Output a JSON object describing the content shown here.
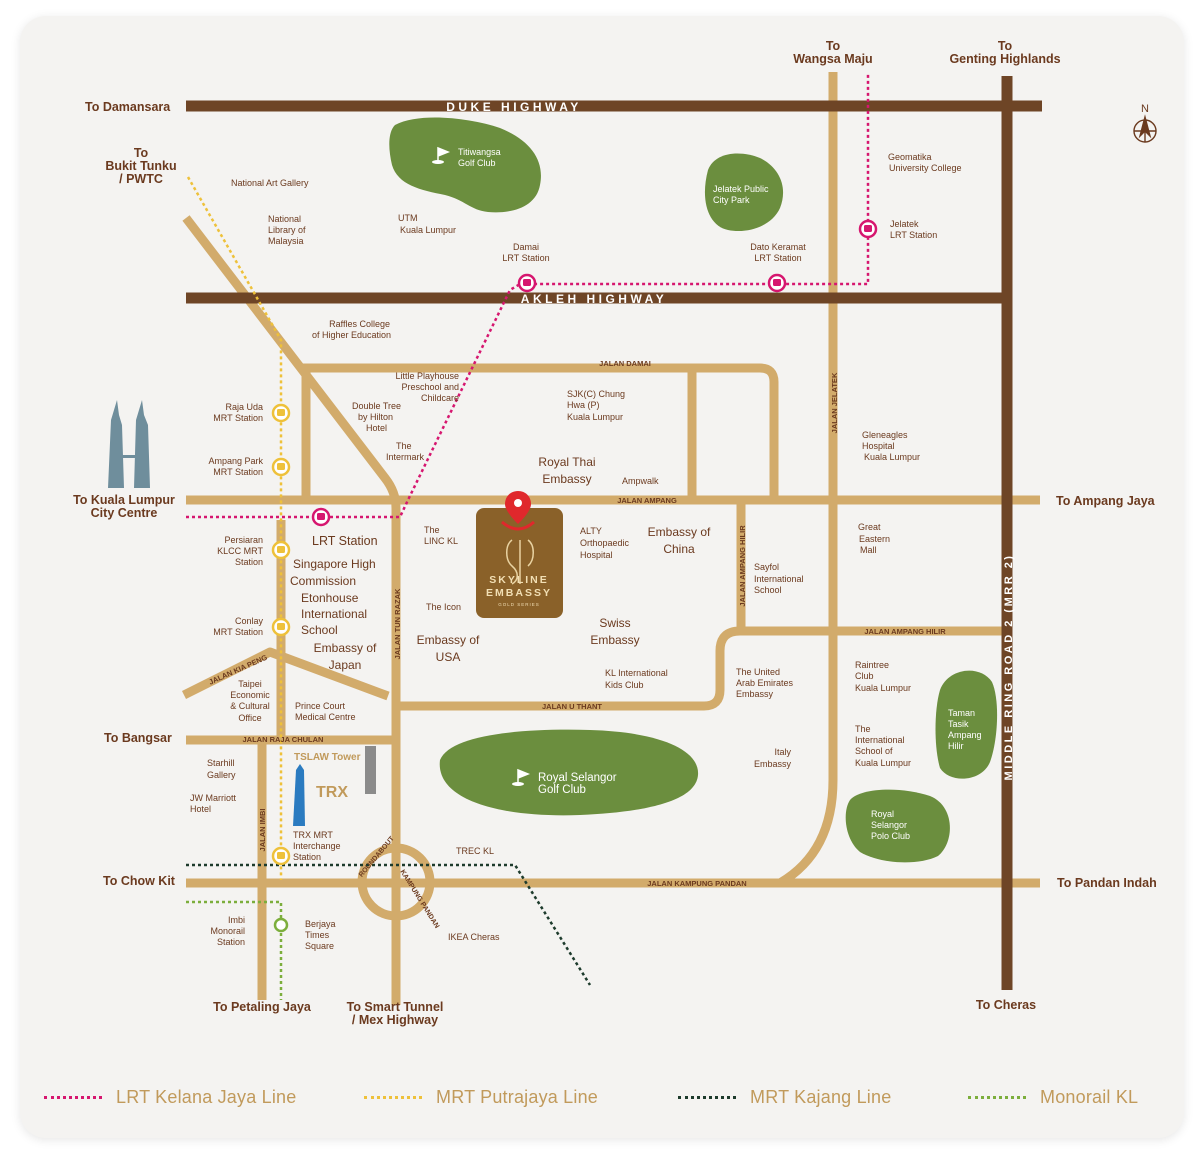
{
  "map": {
    "highways": {
      "duke": "DUKE HIGHWAY",
      "akleh": "AKLEH HIGHWAY",
      "mrr2": "MIDDLE RING ROAD 2 (MRR 2)"
    },
    "roads": {
      "jalan_damai": "JALAN DAMAI",
      "jalan_ampang": "JALAN AMPANG",
      "jalan_jelatek": "JALAN JELATEK",
      "jalan_ampang_hilir_v": "JALAN AMPANG HILIR",
      "jalan_ampang_hilir_h": "JALAN AMPANG HILIR",
      "jalan_tun_razak": "JALAN TUN RAZAK",
      "jalan_kia_peng": "JALAN KIA PENG",
      "jalan_u_thant": "JALAN U THANT",
      "jalan_raja_chulan": "JALAN RAJA CHULAN",
      "jalan_imbi": "JALAN IMBI",
      "jalan_kampung_pandan": "JALAN KAMPUNG PANDAN",
      "roundabout_top": "ROUNDABOUT",
      "roundabout_bottom": "KAMPUNG PANDAN"
    },
    "directions": {
      "to_damansara": "To Damansara",
      "to_bukit_tunku_1": "To",
      "to_bukit_tunku_2": "Bukit Tunku",
      "to_bukit_tunku_3": "/ PWTC",
      "to_wangsa_1": "To",
      "to_wangsa_2": "Wangsa Maju",
      "to_genting_1": "To",
      "to_genting_2": "Genting Highlands",
      "to_klcc_1": "To Kuala Lumpur",
      "to_klcc_2": "City Centre",
      "to_ampang_jaya": "To Ampang Jaya",
      "to_bangsar": "To Bangsar",
      "to_chow_kit": "To Chow Kit",
      "to_pandan_indah": "To Pandan Indah",
      "to_petaling_jaya": "To Petaling Jaya",
      "to_smart_1": "To Smart Tunnel",
      "to_smart_2": "/ Mex Highway",
      "to_cheras": "To Cheras"
    },
    "green_areas": {
      "titiwangsa_1": "Titiwangsa",
      "titiwangsa_2": "Golf Club",
      "jelatek_park_1": "Jelatek Public",
      "jelatek_park_2": "City Park",
      "rsgc_1": "Royal Selangor",
      "rsgc_2": "Golf Club",
      "taman_1": "Taman",
      "taman_2": "Tasik",
      "taman_3": "Ampang",
      "taman_4": "Hilir",
      "polo_1": "Royal",
      "polo_2": "Selangor",
      "polo_3": "Polo Club"
    },
    "stations": {
      "damai_1": "Damai",
      "damai_2": "LRT Station",
      "dato_1": "Dato Keramat",
      "dato_2": "LRT Station",
      "jelatek_1": "Jelatek",
      "jelatek_2": "LRT Station",
      "raja_uda_1": "Raja Uda",
      "raja_uda_2": "MRT Station",
      "ampang_park_1": "Ampang Park",
      "ampang_park_2": "MRT Station",
      "persiaran_1": "Persiaran",
      "persiaran_2": "KLCC MRT",
      "persiaran_3": "Station",
      "conlay_1": "Conlay",
      "conlay_2": "MRT Station",
      "lrt_klcc": "LRT Station",
      "trx_1": "TRX MRT",
      "trx_2": "Interchange",
      "trx_3": "Station",
      "imbi_1": "Imbi",
      "imbi_2": "Monorail",
      "imbi_3": "Station"
    },
    "places": {
      "national_art": "National Art Gallery",
      "national_lib_1": "National",
      "national_lib_2": "Library of",
      "national_lib_3": "Malaysia",
      "utm_1": "UTM",
      "utm_2": "Kuala Lumpur",
      "geomatika_1": "Geomatika",
      "geomatika_2": "University College",
      "raffles_1": "Raffles College",
      "raffles_2": "of Higher Education",
      "playhouse_1": "Little Playhouse",
      "playhouse_2": "Preschool and",
      "playhouse_3": "Childcare",
      "doubletree_1": "Double Tree",
      "doubletree_2": "by Hilton",
      "doubletree_3": "Hotel",
      "intermark_1": "The",
      "intermark_2": "Intermark",
      "sjk_1": "SJK(C) Chung",
      "sjk_2": "Hwa (P)",
      "sjk_3": "Kuala Lumpur",
      "gleneagles_1": "Gleneagles",
      "gleneagles_2": "Hospital",
      "gleneagles_3": "Kuala Lumpur",
      "thai_1": "Royal Thai",
      "thai_2": "Embassy",
      "ampwalk": "Ampwalk",
      "linc_1": "The",
      "linc_2": "LINC KL",
      "alty_1": "ALTY",
      "alty_2": "Orthopaedic",
      "alty_3": "Hospital",
      "china_1": "Embassy of",
      "china_2": "China",
      "sayfol_1": "Sayfol",
      "sayfol_2": "International",
      "sayfol_3": "School",
      "great_eastern_1": "Great",
      "great_eastern_2": "Eastern",
      "great_eastern_3": "Mall",
      "singapore_1": "Singapore High",
      "singapore_2": "Commission",
      "etonhouse_1": "Etonhouse",
      "etonhouse_2": "International",
      "etonhouse_3": "School",
      "japan_1": "Embassy of",
      "japan_2": "Japan",
      "the_icon": "The Icon",
      "usa_1": "Embassy of",
      "usa_2": "USA",
      "swiss_1": "Swiss",
      "swiss_2": "Embassy",
      "kl_kids_1": "KL International",
      "kl_kids_2": "Kids Club",
      "uae_1": "The United",
      "uae_2": "Arab Emirates",
      "uae_3": "Embassy",
      "raintree_1": "Raintree",
      "raintree_2": "Club",
      "raintree_3": "Kuala Lumpur",
      "taipei_1": "Taipei",
      "taipei_2": "Economic",
      "taipei_3": "& Cultural",
      "taipei_4": "Office",
      "prince_1": "Prince Court",
      "prince_2": "Medical Centre",
      "isk_1": "The",
      "isk_2": "International",
      "isk_3": "School of",
      "isk_4": "Kuala Lumpur",
      "italy_1": "Italy",
      "italy_2": "Embassy",
      "starhill_1": "Starhill",
      "starhill_2": "Gallery",
      "tslaw": "TSLAW Tower",
      "trx": "TRX",
      "jw_1": "JW Marriott",
      "jw_2": "Hotel",
      "treckl": "TREC KL",
      "berjaya_1": "Berjaya",
      "berjaya_2": "Times",
      "berjaya_3": "Square",
      "ikea": "IKEA Cheras"
    },
    "project": {
      "name_1": "SKYLINE",
      "name_2": "EMBASSY",
      "series": "GOLD SERIES"
    },
    "compass": "N"
  },
  "legend": [
    {
      "label": "LRT Kelana Jaya Line",
      "color": "#d6166f"
    },
    {
      "label": "MRT Putrajaya Line",
      "color": "#eec13a"
    },
    {
      "label": "MRT Kajang Line",
      "color": "#1d3b2c"
    },
    {
      "label": "Monorail KL",
      "color": "#7cae3c"
    }
  ],
  "colors": {
    "road": "#d2ab6b",
    "highway": "#6e4526",
    "green": "#6b8e3e",
    "text_brown": "#6b3a1f",
    "lrt": "#d6166f",
    "mrt_putrajaya": "#eec13a",
    "mrt_kajang": "#1d3b2c",
    "monorail": "#7cae3c"
  }
}
